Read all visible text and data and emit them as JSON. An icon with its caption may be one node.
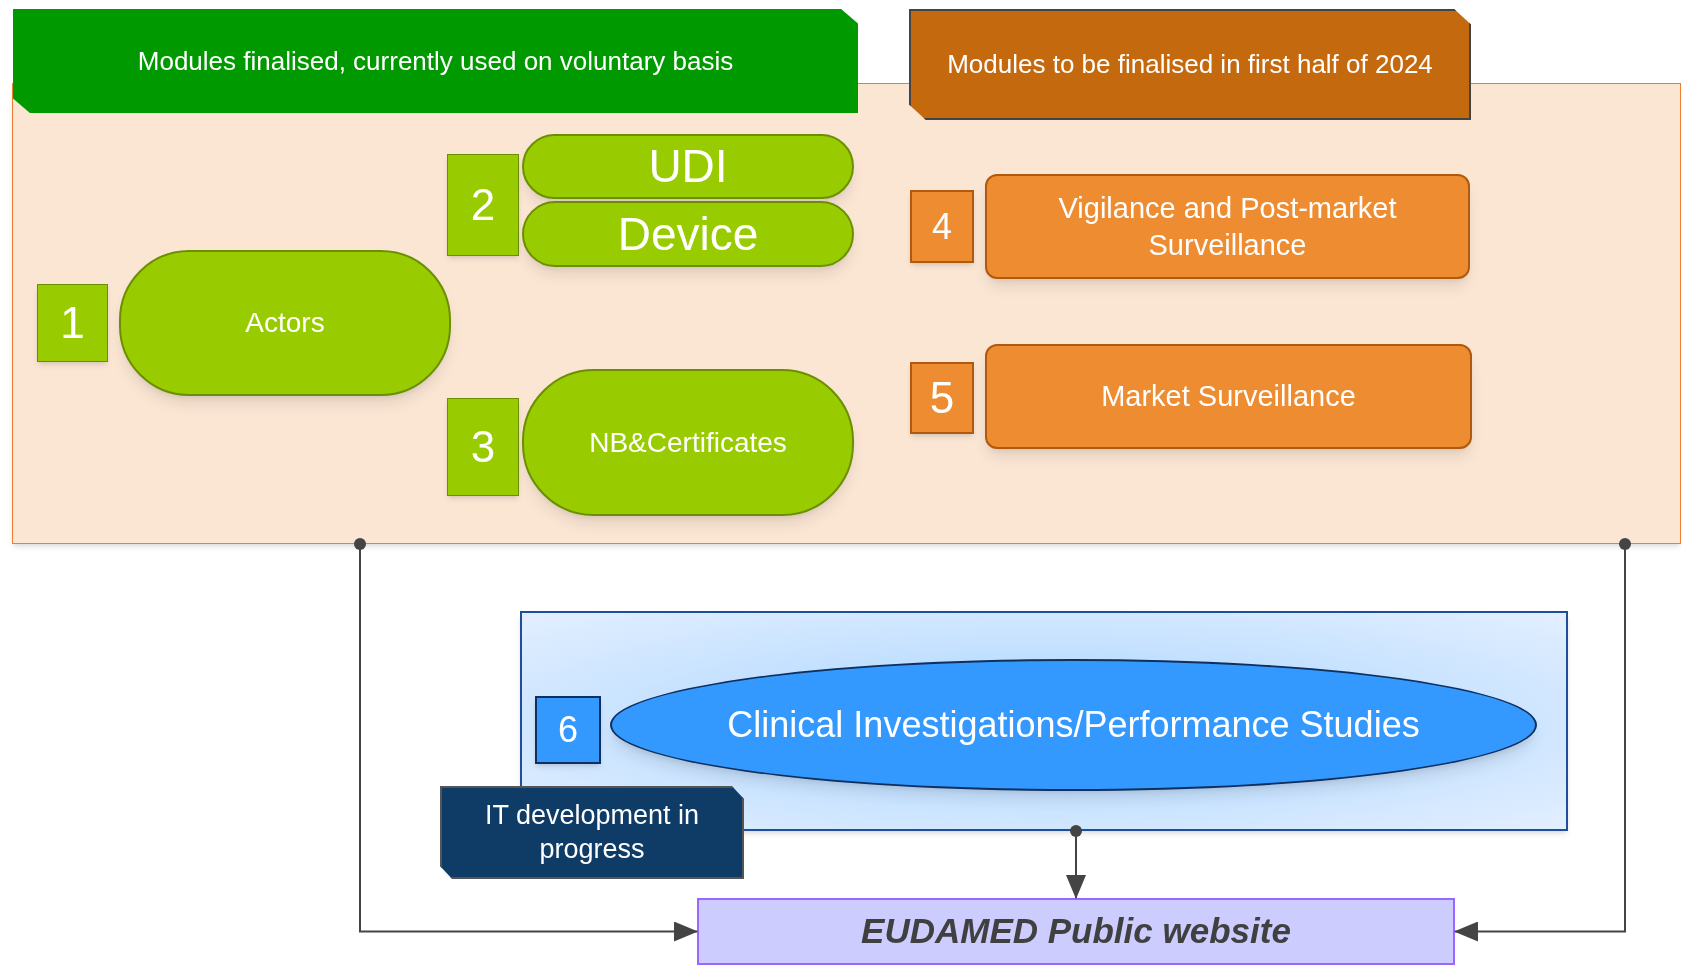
{
  "diagram": {
    "nodes": [
      {
        "text": [],
        "shape": "box"
      },
      {
        "text": [
          "Modules finalised, currently used on voluntary basis"
        ]
      },
      {
        "text": [
          "Modules to be finalised in first half of 2024"
        ]
      },
      {
        "text": [
          "1"
        ],
        "in": 0
      },
      {
        "text": [
          "Actors"
        ],
        "in": 0
      },
      {
        "text": [
          "2"
        ],
        "in": 0
      },
      {
        "text": [
          "UDI"
        ],
        "in": 0
      },
      {
        "text": [
          "Device"
        ],
        "in": 0
      },
      {
        "text": [
          "3"
        ],
        "in": 0
      },
      {
        "text": [
          "NB&Certificates"
        ],
        "in": 0
      },
      {
        "text": [
          "4"
        ],
        "in": 0
      },
      {
        "text": [
          "Vigilance and Post-market Surveillance"
        ],
        "in": 0
      },
      {
        "text": [
          "5"
        ],
        "in": 0
      },
      {
        "text": [
          "Market Surveillance"
        ],
        "in": 0
      },
      {
        "text": [],
        "shape": "box"
      },
      {
        "text": [
          "6"
        ],
        "in": 14
      },
      {
        "text": [
          "Clinical Investigations/Performance Studies"
        ],
        "in": 14
      },
      {
        "text": [
          "IT development in progress"
        ]
      },
      {
        "text": [
          "EUDAMED Public website"
        ]
      }
    ],
    "edges": [
      {
        "from": 0,
        "to": 18,
        "arrow": "to"
      },
      {
        "from": 0,
        "to": 18,
        "arrow": "to"
      },
      {
        "from": 14,
        "to": 18,
        "arrow": "to"
      }
    ]
  }
}
